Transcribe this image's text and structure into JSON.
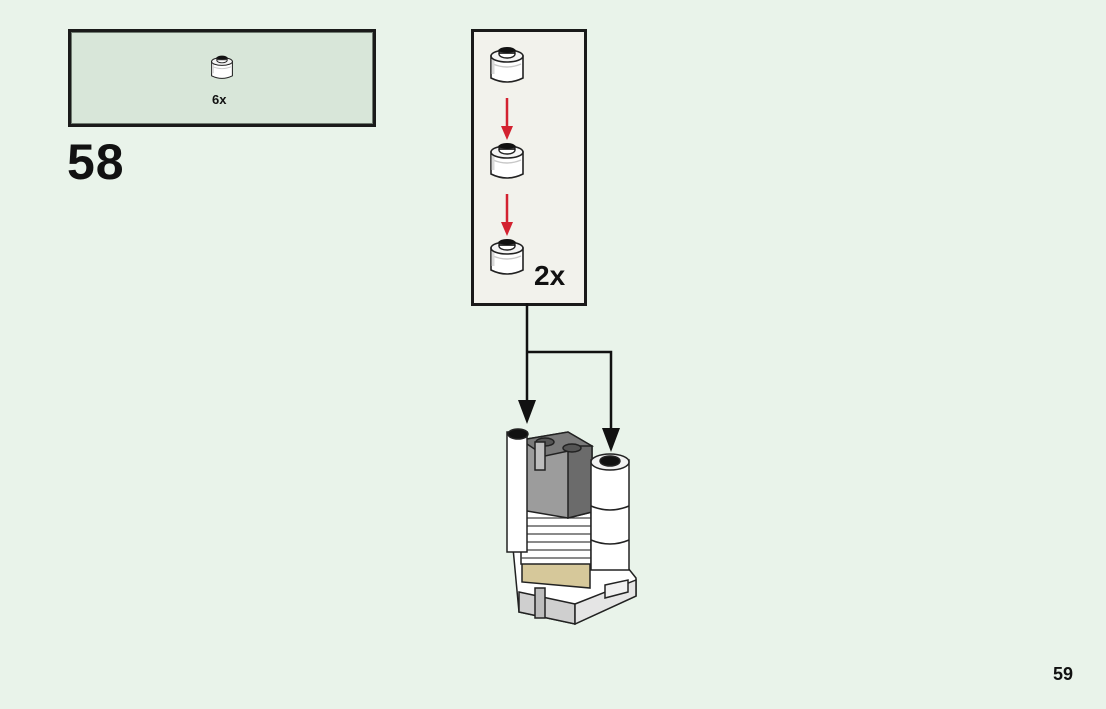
{
  "parts_list": {
    "count_label": "6x",
    "piece_icon": "white-round-brick-1x1-icon"
  },
  "step": {
    "number": "58"
  },
  "sub_assembly": {
    "count_label": "2x",
    "piece_icon": "white-round-brick-1x1-icon",
    "arrow_color": "#d32230"
  },
  "page": {
    "number": "59"
  },
  "colors": {
    "background": "#e9f3ea",
    "parts_box": "#d8e6d9",
    "sub_box": "#f2f2ec",
    "arrow_red": "#d32230",
    "tan": "#d6c89a",
    "dark_gray": "#6b6b6b",
    "medium_gray": "#9c9c9c"
  }
}
